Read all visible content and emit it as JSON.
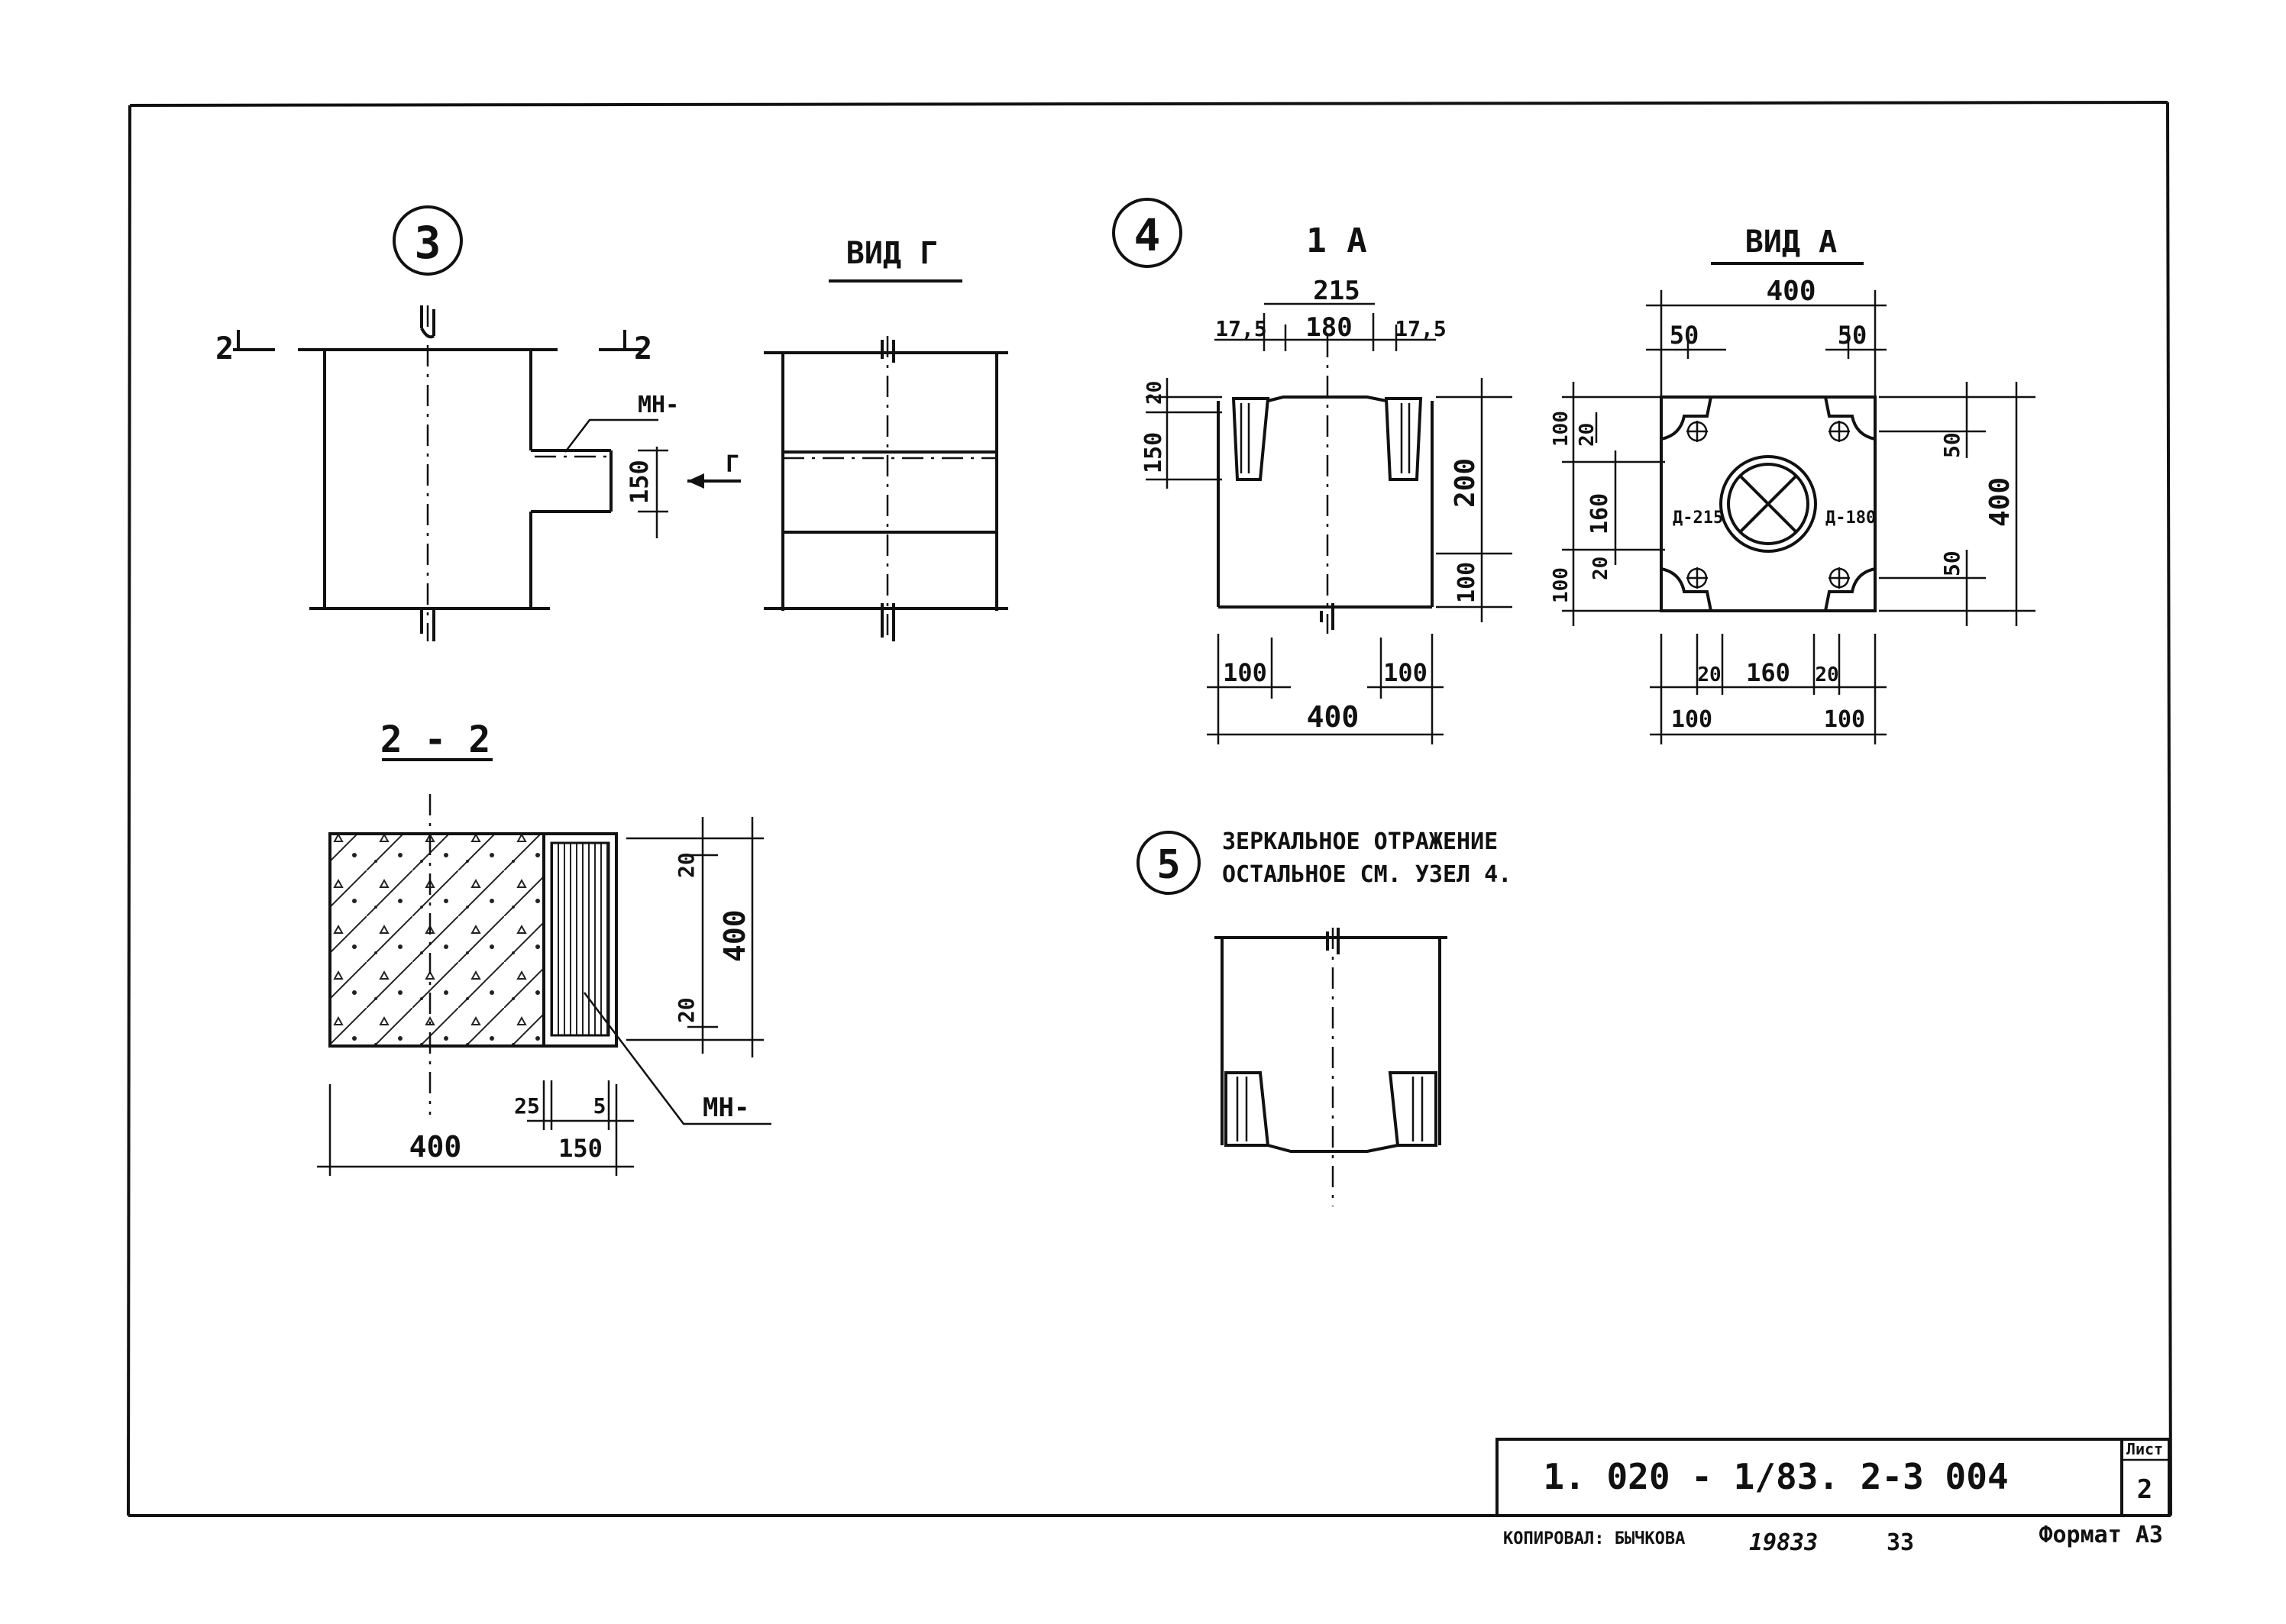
{
  "nodes": {
    "n3": "3",
    "n4": "4",
    "n5": "5"
  },
  "views": {
    "vid_g": "ВИД Г",
    "section_1a": "1 А",
    "vid_a": "ВИД А",
    "section_22": "2 - 2"
  },
  "marks": {
    "cut2_left": "2",
    "cut2_right": "2",
    "mn_top": "МН-",
    "arrow_g": "Г",
    "mn_bottom": "МН-"
  },
  "dims3": {
    "d150": "150"
  },
  "dims4": {
    "d215": "215",
    "d175l": "17,5",
    "d180": "180",
    "d175r": "17,5",
    "d20": "20",
    "d150": "150",
    "d200": "200",
    "d100r": "100",
    "d100bl": "100",
    "d100br": "100",
    "d400": "400"
  },
  "dimsA": {
    "d400top": "400",
    "d50l": "50",
    "d50r": "50",
    "d100l": "100",
    "d20l": "20",
    "d160l": "160",
    "d20l2": "20",
    "d100lb": "100",
    "d50rt": "50",
    "d400r": "400",
    "d50rb": "50",
    "d20b1": "20",
    "d160b": "160",
    "d20b2": "20",
    "d100b1": "100",
    "d100b2": "100",
    "dia215": "Д-215",
    "dia180": "Д-180"
  },
  "dims22": {
    "d20t": "20",
    "d400": "400",
    "d20b": "20",
    "d25": "25",
    "d5": "5",
    "d400b": "400",
    "d150b": "150"
  },
  "note5": {
    "line1": "ЗЕРКАЛЬНОЕ ОТРАЖЕНИЕ",
    "line2": "ОСТАЛЬНОЕ СМ. УЗЕЛ 4."
  },
  "title_block": {
    "code": "1. 020 - 1/83. 2-3 004",
    "sheet_label": "Лист",
    "sheet_no": "2"
  },
  "footer": {
    "copied": "КОПИРОВАЛ: БЫЧКОВА",
    "num1": "19833",
    "num2": "33",
    "format": "Формат А3"
  }
}
